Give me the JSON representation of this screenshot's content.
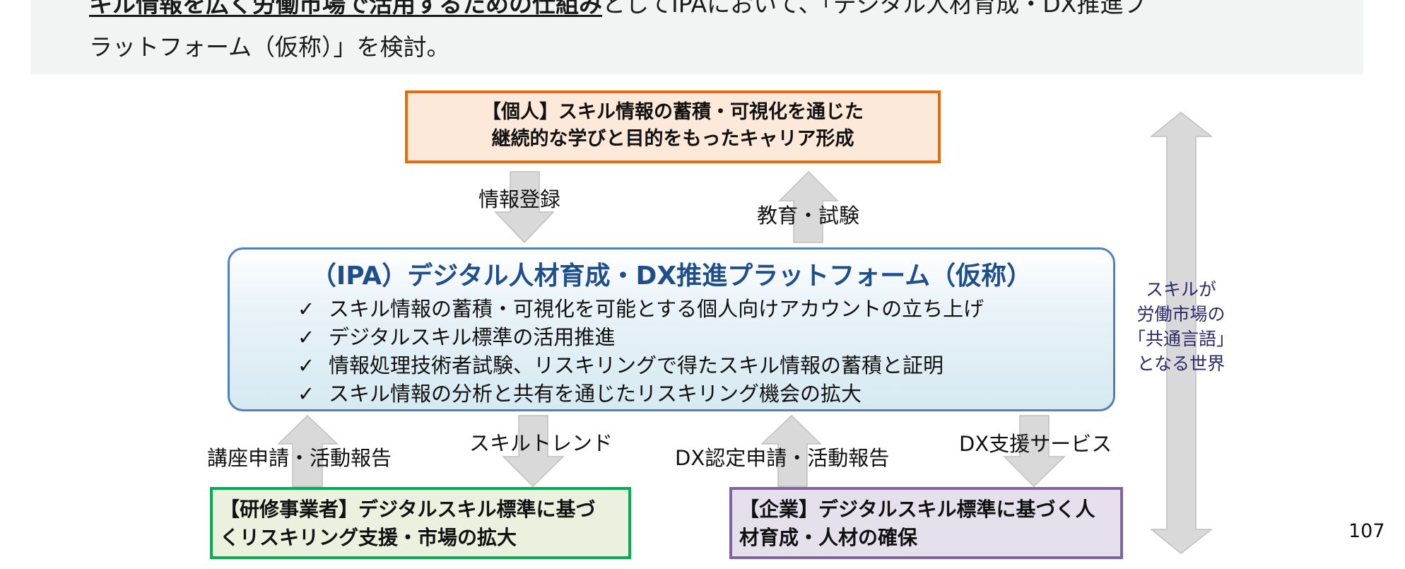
{
  "header": {
    "line1_emphasis": "キル情報を広く労働市場で活用するための仕組み",
    "line1_rest": "としてIPAにおいて、「デジタル人材育成・DX推進プ",
    "line2": "ラットフォーム（仮称）」を検討。"
  },
  "individual_box": {
    "line1": "【個人】スキル情報の蓄積・可視化を通じた",
    "line2": "継続的な学びと目的をもったキャリア形成",
    "border_color": "#e46c0a",
    "fill_color": "#fde9d9"
  },
  "platform_box": {
    "title": "（IPA）デジタル人材育成・DX推進プラットフォーム（仮称）",
    "check_icon": "✓",
    "items": [
      "スキル情報の蓄積・可視化を可能とする個人向けアカウントの立ち上げ",
      "デジタルスキル標準の活用推進",
      "情報処理技術者試験、リスキリングで得たスキル情報の蓄積と証明",
      "スキル情報の分析と共有を通じたリスキリング機会の拡大"
    ],
    "border_color": "#4f81bd",
    "title_color": "#1f4e8c"
  },
  "training_box": {
    "line1": "【研修事業者】デジタルスキル標準に基づ",
    "line2": "くリスキリング支援・市場の拡大",
    "border_color": "#00b050",
    "fill_color": "#ebf1de"
  },
  "company_box": {
    "line1": "【企業】デジタルスキル標準に基づく人",
    "line2": "材育成・人材の確保",
    "border_color": "#8064a2",
    "fill_color": "#e5e0ec"
  },
  "arrows": {
    "info_registration": "情報登録",
    "education_exam": "教育・試験",
    "course_application": "講座申請・活動報告",
    "skill_trend": "スキルトレンド",
    "dx_certification": "DX認定申請・活動報告",
    "dx_support": "DX支援サービス",
    "fill_color": "#d9d9d9",
    "stroke_color": "#bfbfbf"
  },
  "side_label": {
    "line1": "スキルが",
    "line2": "労働市場の",
    "line3": "「共通言語」",
    "line4": "となる世界",
    "color": "#2b2a6b"
  },
  "page_number": "107"
}
